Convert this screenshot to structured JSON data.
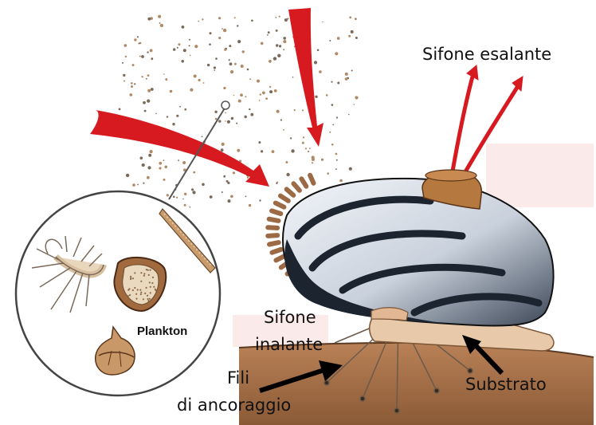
{
  "labels": {
    "exhalant_siphon": "Sifone esalante",
    "inhalant_siphon_line1": "Sifone",
    "inhalant_siphon_line2": "inalante",
    "plankton": "Plankton",
    "byssus_line1": "Fili",
    "byssus_line2": "di ancoraggio",
    "substrate": "Substrato"
  },
  "colors": {
    "arrow_red": "#d71920",
    "shell_dark": "#1c2430",
    "shell_light": "#e4e9f0",
    "substrate_brown": "#a9754c",
    "mantle_fringe": "#9c6b45"
  },
  "icons": {
    "inflow_arrows": "red-inflow-arrow",
    "outflow_arrows": "red-outflow-arrow",
    "pointer_arrows": "black-pointer-arrow"
  }
}
